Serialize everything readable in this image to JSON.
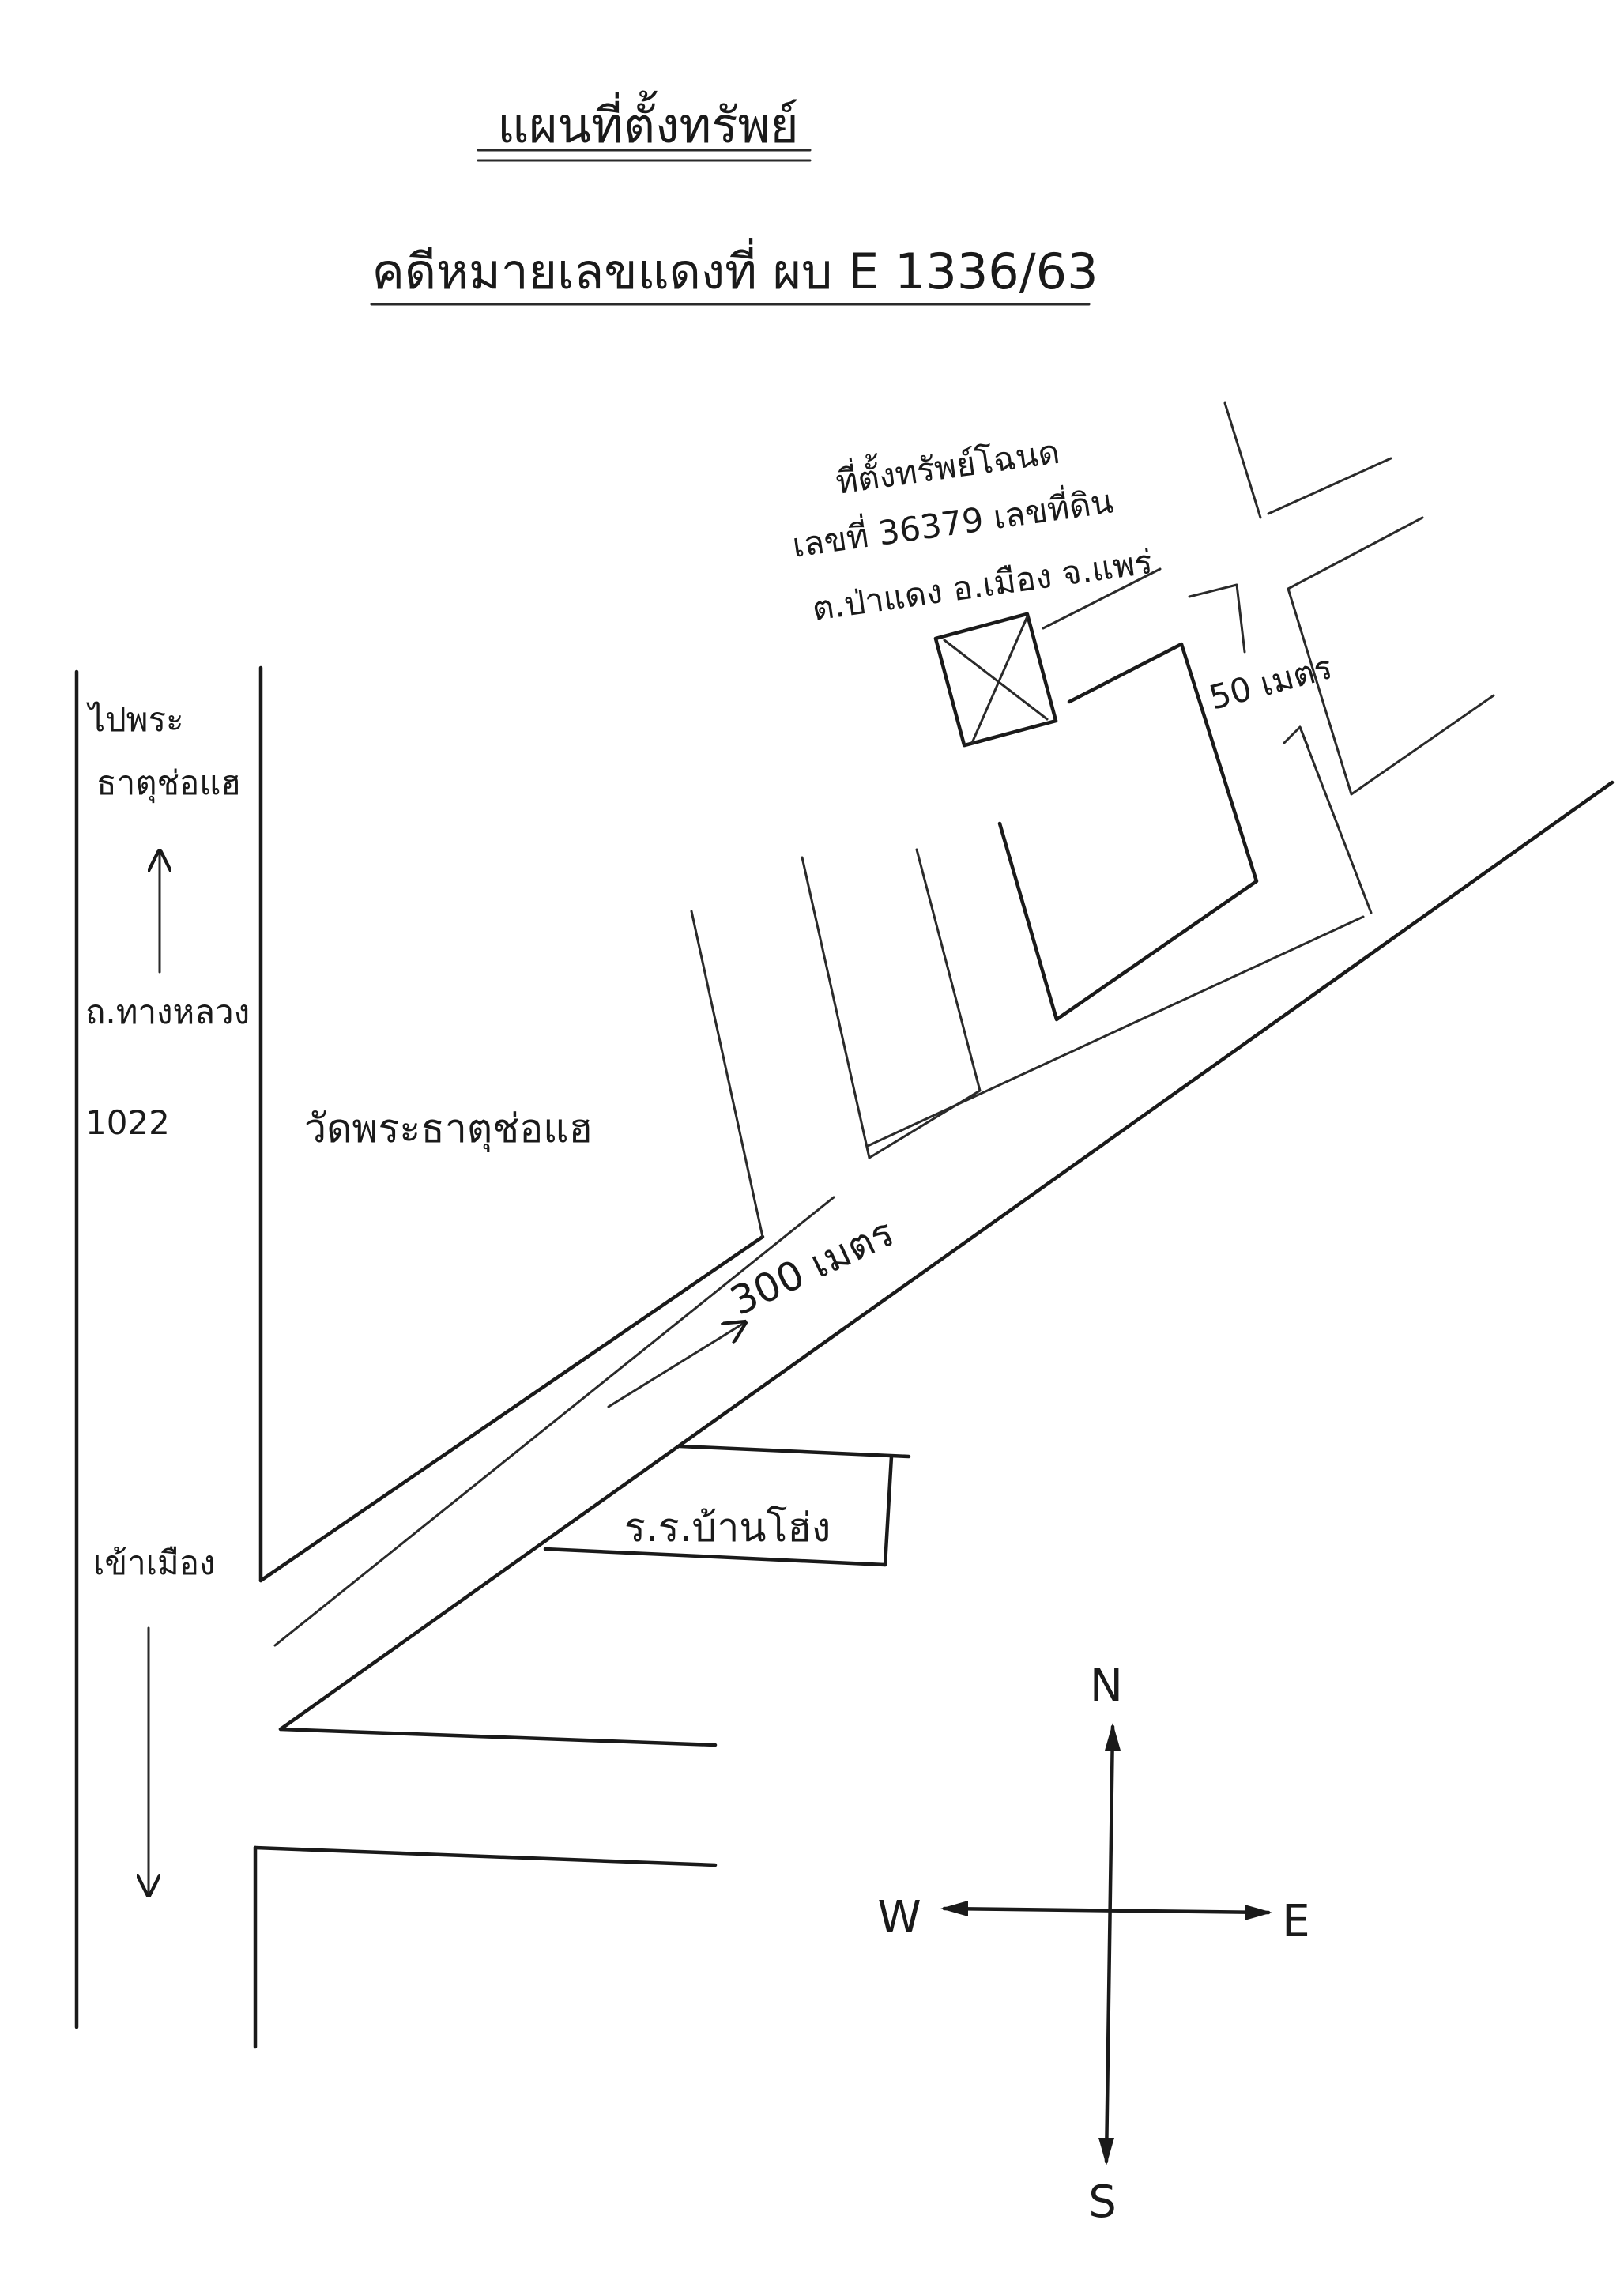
{
  "title": "แผนที่ตั้งทรัพย์",
  "case_number": "คดีหมายเลขแดงที่ ผบ E 1336/63",
  "property_note": {
    "line1": "ที่ตั้งทรัพย์โฉนด",
    "line2": "เลขที่ 36379 เลขที่ดิน",
    "line3": "ต.ป่าแดง อ.เมือง จ.แพร่"
  },
  "labels": {
    "to_temple_line1": "ไปพระ",
    "to_temple_line2": "ธาตุช่อแฮ",
    "highway_name": "ถ.ทางหลวง",
    "highway_number": "1022",
    "temple": "วัดพระธาตุช่อแฮ",
    "distance_300": "300 เมตร",
    "distance_50": "50 เมตร",
    "school": "ร.ร.บ้านโฮ่ง",
    "to_city": "เข้าเมือง"
  },
  "compass": {
    "north": "N",
    "south": "S",
    "east": "E",
    "west": "W"
  }
}
